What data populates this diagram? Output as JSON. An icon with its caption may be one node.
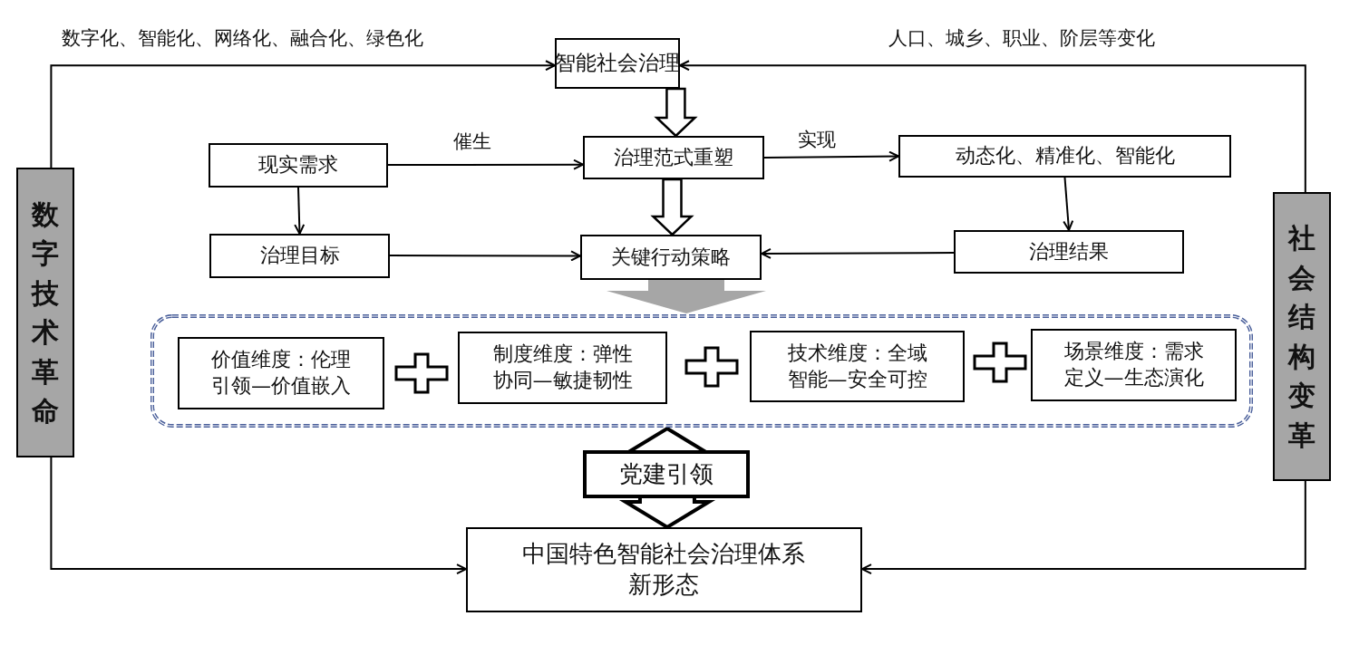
{
  "diagram": {
    "nodes": [
      {
        "text": [
          "智能社会治理"
        ]
      },
      {
        "text": [
          "治理范式重塑"
        ]
      },
      {
        "text": [
          "现实需求"
        ]
      },
      {
        "text": [
          "动态化、精准化、智能化"
        ]
      },
      {
        "text": [
          "治理目标"
        ]
      },
      {
        "text": [
          "关键行动策略"
        ]
      },
      {
        "text": [
          "治理结果"
        ]
      },
      {
        "text": [],
        "shape": "box"
      },
      {
        "text": [
          "价值维度：伦理引领—价值嵌入"
        ],
        "in": 7
      },
      {
        "text": [
          "制度维度：弹性协同—敏捷韧性"
        ],
        "in": 7
      },
      {
        "text": [
          "技术维度：全域智能—安全可控"
        ],
        "in": 7
      },
      {
        "text": [
          "场景维度：需求定义—生态演化"
        ],
        "in": 7
      },
      {
        "text": [
          "党建引领"
        ]
      },
      {
        "text": [
          "中国特色智能社会治理体系新形态"
        ]
      },
      {
        "text": [
          "数字技术革命"
        ]
      },
      {
        "text": [
          "社会结构变革"
        ]
      }
    ],
    "edges": [
      {
        "from": 14,
        "to": 0,
        "arrow": "to",
        "label": "数字化、智能化、网络化、融合化、绿色化"
      },
      {
        "from": 15,
        "to": 0,
        "arrow": "to",
        "label": "人口、城乡、职业、阶层等变化"
      },
      {
        "from": 0,
        "to": 1,
        "arrow": "to",
        "style": "thick"
      },
      {
        "from": 2,
        "to": 1,
        "arrow": "to",
        "label": "催生"
      },
      {
        "from": 1,
        "to": 3,
        "arrow": "to",
        "label": "实现"
      },
      {
        "from": 2,
        "to": 4,
        "arrow": "to"
      },
      {
        "from": 1,
        "to": 5,
        "arrow": "to",
        "style": "thick"
      },
      {
        "from": 3,
        "to": 6,
        "arrow": "to"
      },
      {
        "from": 4,
        "to": 5,
        "arrow": "to"
      },
      {
        "from": 6,
        "to": 5,
        "arrow": "to"
      },
      {
        "from": 5,
        "to": 7,
        "arrow": "to",
        "style": "thick",
        "color": "#a6a6a6"
      },
      {
        "from": 7,
        "to": 13,
        "arrow": "both",
        "style": "thick"
      },
      {
        "from": 14,
        "to": 13,
        "arrow": "to"
      },
      {
        "from": 15,
        "to": 13,
        "arrow": "to"
      }
    ]
  }
}
